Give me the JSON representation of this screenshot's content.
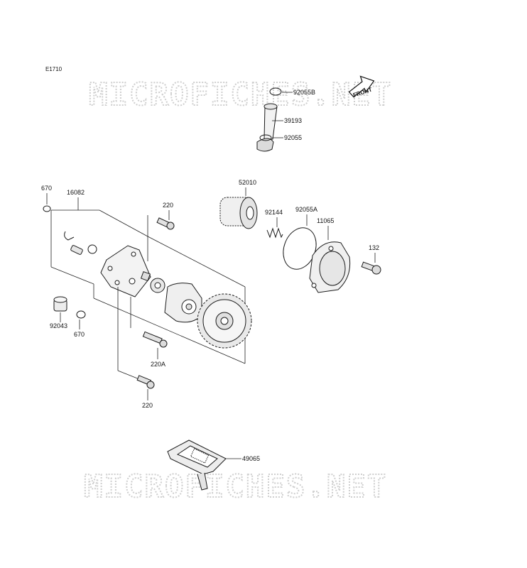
{
  "diagram": {
    "code": "E1710",
    "watermarks": [
      "MICROFICHES.NET",
      "MICROFICHES.NET"
    ],
    "front_label": "FRONT",
    "labels": {
      "p92055B": "92055B",
      "p39193": "39193",
      "p92055": "92055",
      "p670a": "670",
      "p16082": "16082",
      "p220a": "220",
      "p52010": "52010",
      "p92144": "92144",
      "p92055A": "92055A",
      "p11065": "11065",
      "p132": "132",
      "p92043": "92043",
      "p670b": "670",
      "p220A": "220A",
      "p220b": "220",
      "p49065": "49065"
    }
  }
}
